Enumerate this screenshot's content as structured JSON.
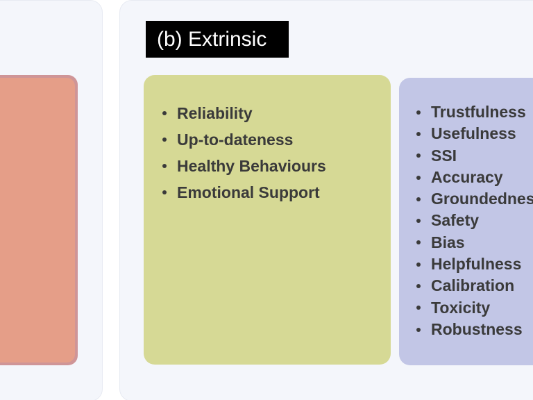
{
  "panel_b": {
    "title": "(b) Extrinsic",
    "green_box": {
      "color": "#d6d995",
      "items": [
        "Reliability",
        "Up-to-dateness",
        "Healthy Behaviours",
        "Emotional Support"
      ]
    },
    "blue_box": {
      "color": "#c2c6e6",
      "items": [
        "Trustfulness",
        "Usefulness",
        "SSI",
        "Accuracy",
        "Groundedness",
        "Safety",
        "Bias",
        "Helpfulness",
        "Calibration",
        "Toxicity",
        "Robustness"
      ]
    }
  },
  "panel_a": {
    "salmon_box": {
      "color": "#e59e88"
    }
  }
}
